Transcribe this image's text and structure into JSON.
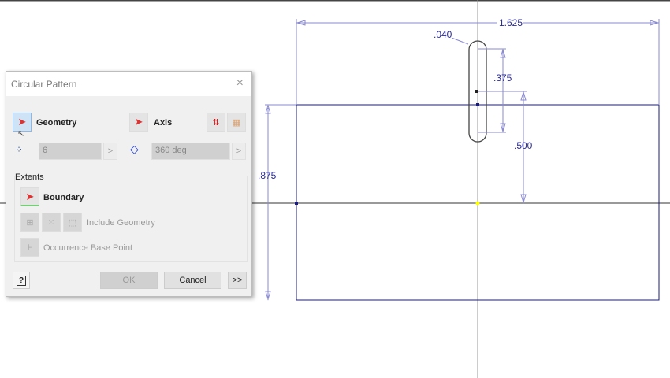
{
  "drawing": {
    "dims": {
      "width": "1.625",
      "height": ".875",
      "slot_width": ".040",
      "slot_length": ".375",
      "slot_offset": ".500"
    },
    "colors": {
      "geometry": "#1c1c7a",
      "dimension": "#8a8ad0",
      "axis": "#999999",
      "point": "#ffff00"
    }
  },
  "dialog": {
    "title": "Circular Pattern",
    "geometry_label": "Geometry",
    "axis_label": "Axis",
    "count_value": "6",
    "angle_value": "360 deg",
    "extents_label": "Extents",
    "boundary_label": "Boundary",
    "include_geometry_label": "Include Geometry",
    "occurrence_label": "Occurrence Base Point",
    "ok_label": "OK",
    "cancel_label": "Cancel",
    "more_label": ">>",
    "help_label": "?",
    "close_icon": "×",
    "chevron": ">"
  }
}
